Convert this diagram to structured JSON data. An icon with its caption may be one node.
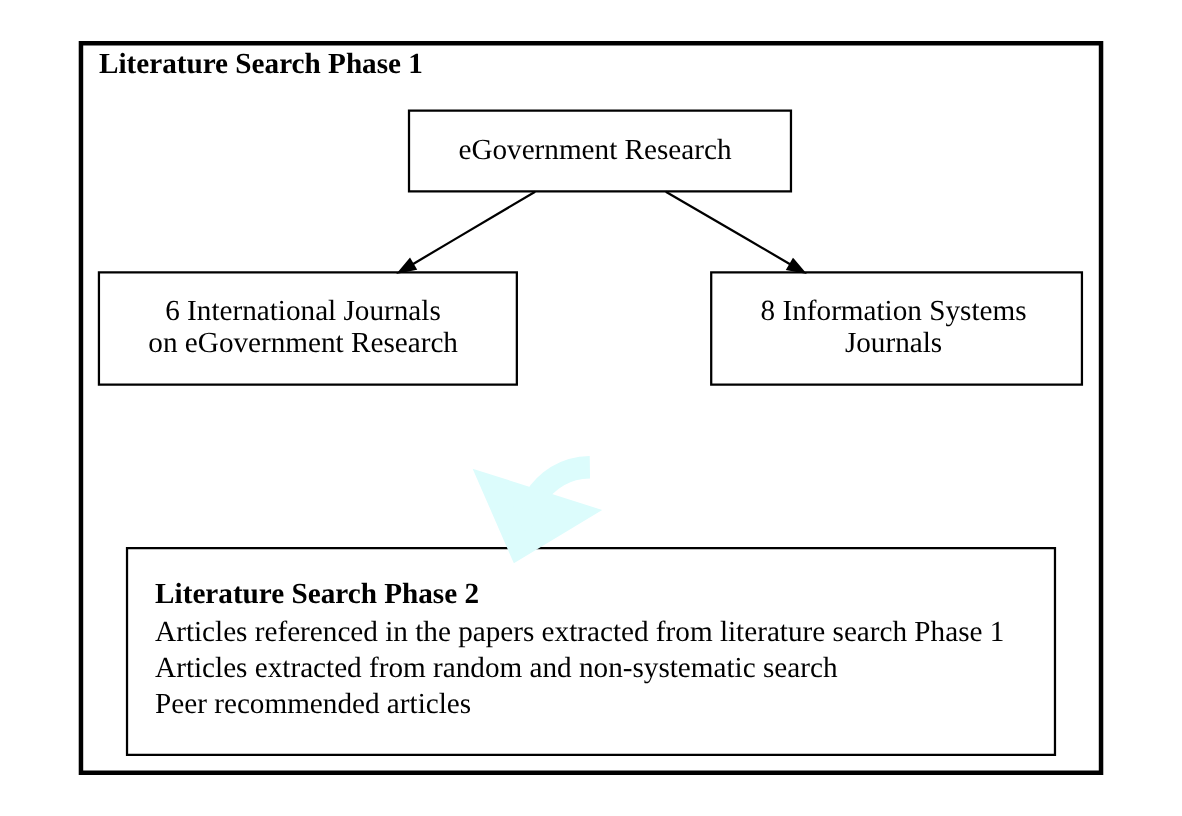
{
  "diagram": {
    "nodes": [
      {
        "text": [
          "Literature Search Phase 1"
        ]
      },
      {
        "text": [
          "eGovernment Research"
        ],
        "in": 0
      },
      {
        "text": [
          "6 International Journals on eGovernment Research"
        ],
        "in": 0
      },
      {
        "text": [
          "8 Information Systems Journals"
        ],
        "in": 0
      },
      {
        "text": [
          "Literature Search Phase 2",
          "Articles referenced in the papers extracted from literature search Phase 1",
          "Articles extracted from random and non-systematic search",
          "Peer recommended articles"
        ],
        "in": 0
      }
    ],
    "edges": [
      {
        "from": 1,
        "to": 2,
        "arrow": "to"
      },
      {
        "from": 1,
        "to": 3,
        "arrow": "to"
      },
      {
        "from": null,
        "to": 4,
        "arrow": "to",
        "style": "thick",
        "color": "#dcfcfc"
      }
    ]
  }
}
